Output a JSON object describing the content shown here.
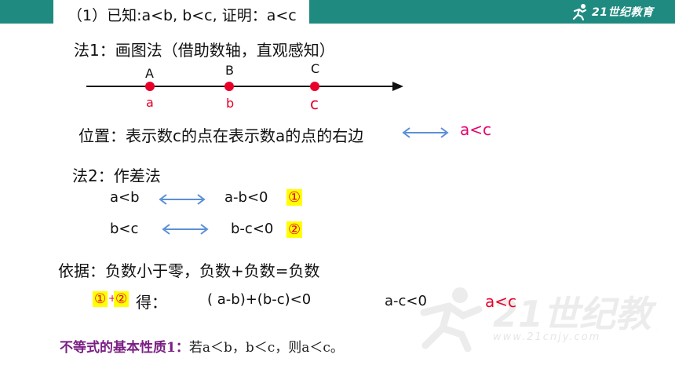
{
  "header": {
    "title": "（1）已知:a<b, b<c, 证明：a<c",
    "brand_text": "21世纪教育"
  },
  "method1": {
    "heading": "法1：画图法（借助数轴，直观感知）",
    "points": [
      {
        "upper": "A",
        "lower": "a"
      },
      {
        "upper": "B",
        "lower": "b"
      },
      {
        "upper": "C",
        "lower": "c"
      }
    ],
    "position_text": "位置：表示数c的点在表示数a的点的右边",
    "conclusion": "a<c"
  },
  "method2": {
    "heading": "法2：作差法",
    "rows": [
      {
        "left": "a<b",
        "right": "a-b<0",
        "marker": "①"
      },
      {
        "left": "b<c",
        "right": "b-c<0",
        "marker": "②"
      }
    ]
  },
  "basis": "依据：负数小于零，负数+负数=负数",
  "sum": {
    "marker_1": "①",
    "plus": "+",
    "marker_2": "②",
    "de": "得：",
    "expression": "( a-b)+(b-c)<0",
    "result": "a-c<0",
    "final": "a<c"
  },
  "property": {
    "lead": "不等式的基本性质1：",
    "rest": "若a＜b，b＜c，则a＜c。"
  },
  "watermark": {
    "text": "www.21cnjy.com"
  },
  "colors": {
    "top_bar": "#1f8a80",
    "red": "#e8002b",
    "pink": "#e5006e",
    "arrow_blue": "#5b8fd6",
    "property_purple": "#7a1f83",
    "highlight": "#ffff00"
  }
}
